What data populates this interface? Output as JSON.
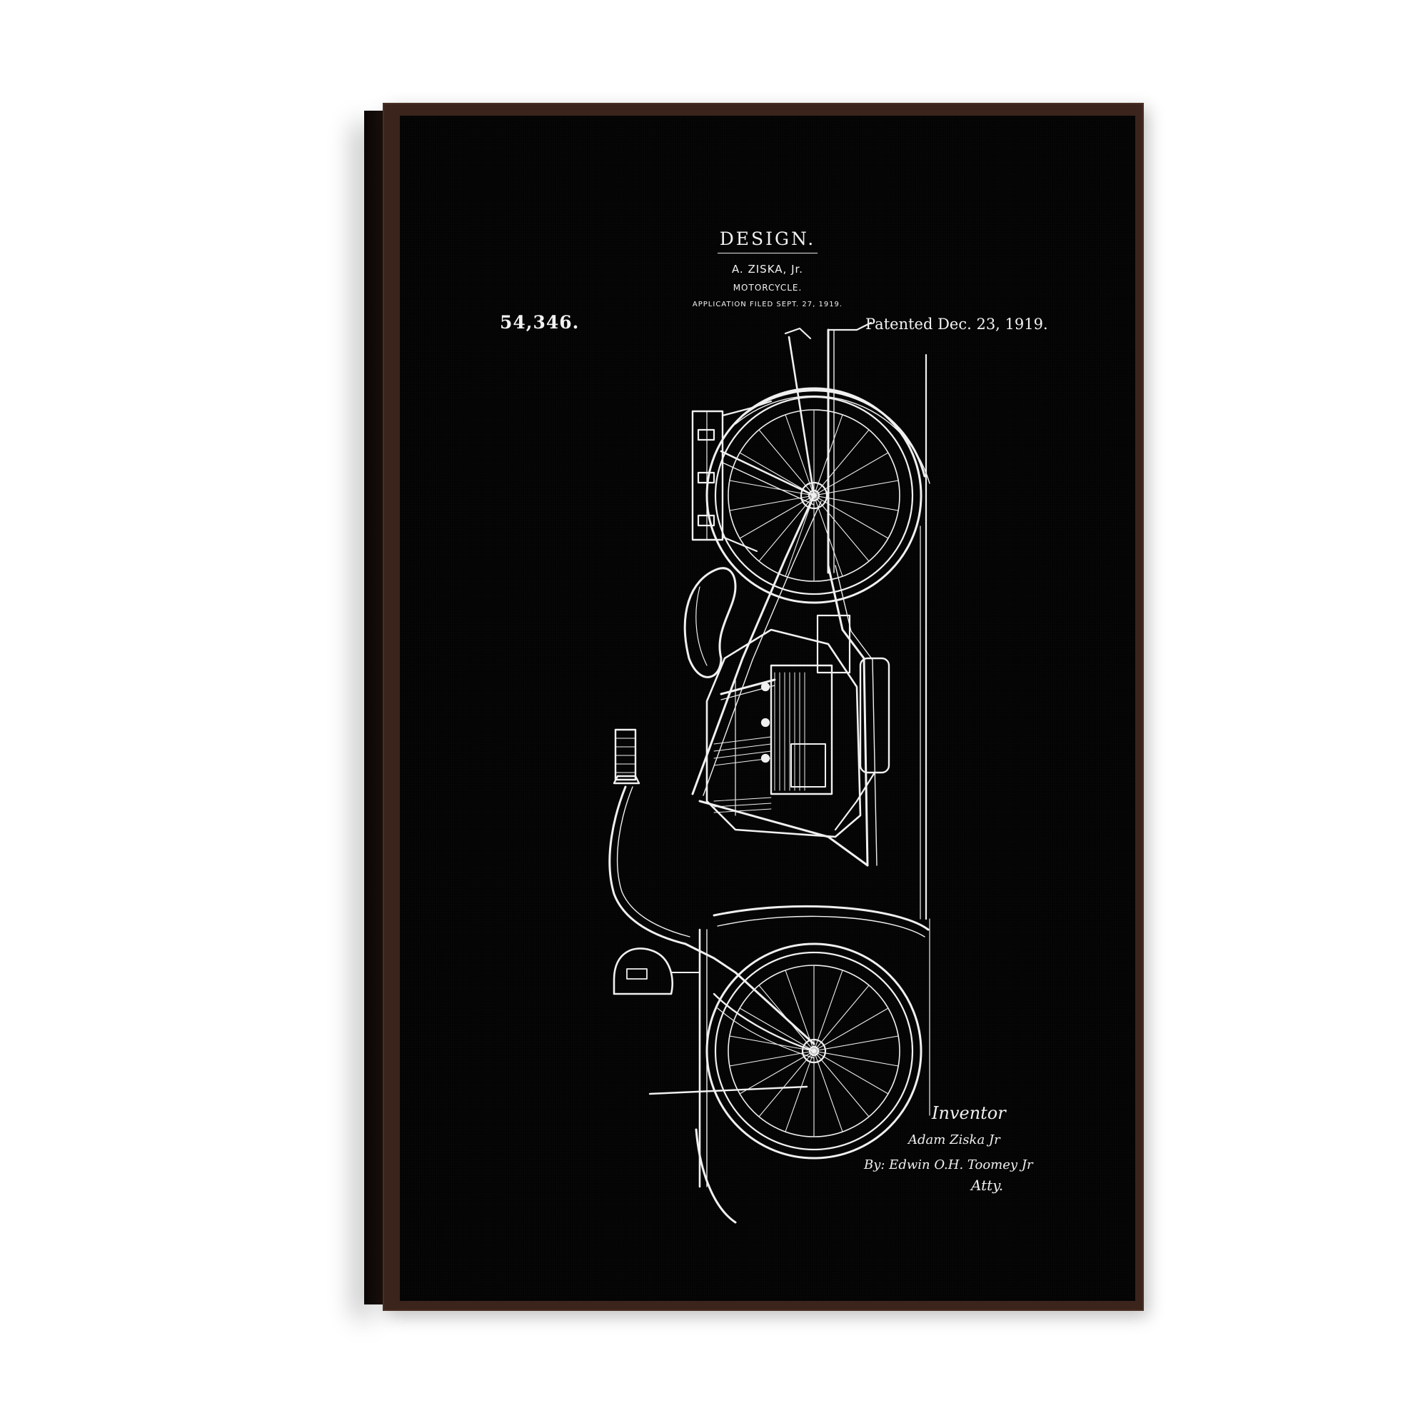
{
  "patent": {
    "heading": "DESIGN.",
    "inventor_line": "A. ZISKA, Jr.",
    "subject": "MOTORCYCLE.",
    "application_line": "APPLICATION FILED SEPT. 27, 1919.",
    "number": "54,346.",
    "patented_line": "Patented Dec. 23, 1919."
  },
  "signature": {
    "label": "Inventor",
    "inventor_signature": "Adam Ziska Jr",
    "by_line": "By: Edwin O.H. Toomey Jr",
    "attorney_abbrev": "Atty."
  },
  "colors": {
    "frame": "#3a241b",
    "canvas": "#030303",
    "ink": "#f2f2f2",
    "background": "#ffffff"
  }
}
